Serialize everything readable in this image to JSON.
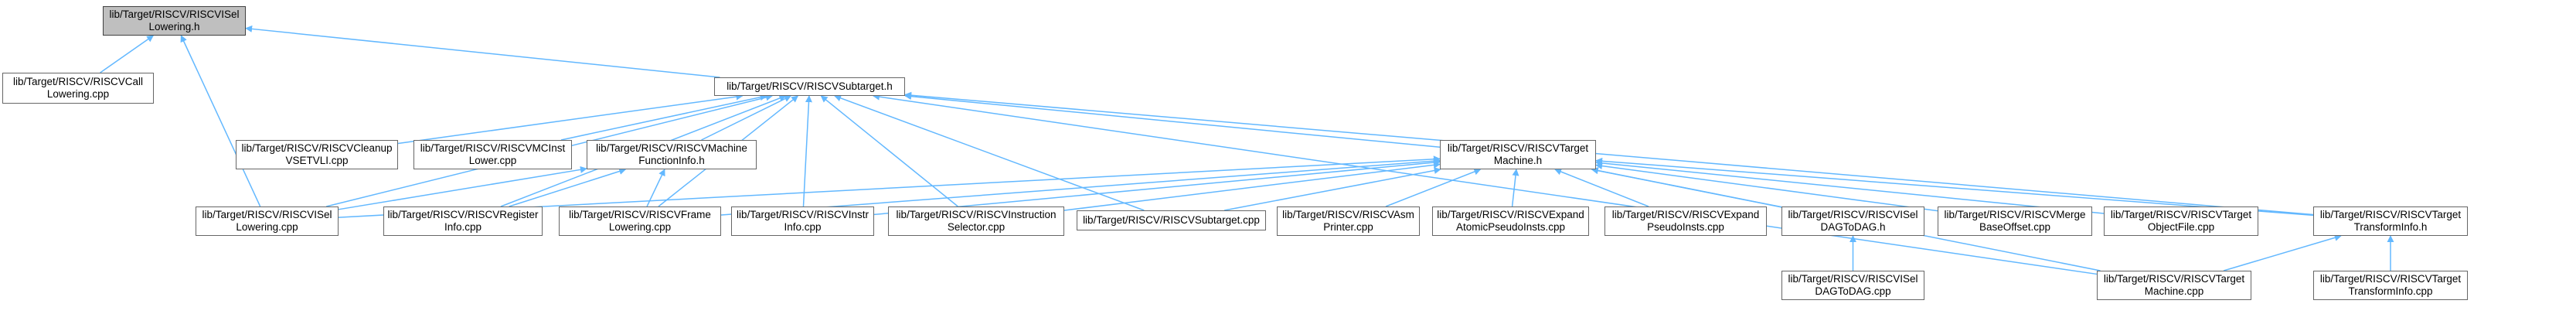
{
  "colors": {
    "edge": "#63b8ff",
    "node_border": "#666666",
    "node_fill": "#ffffff",
    "root_fill": "#bfbfbf"
  },
  "nodes": {
    "riscv_isel_lowering_h": "lib/Target/RISCV/RISCVISel\nLowering.h",
    "riscv_call_lowering_cpp": "lib/Target/RISCV/RISCVCall\nLowering.cpp",
    "riscv_subtarget_h": "lib/Target/RISCV/RISCVSubtarget.h",
    "riscv_cleanup_vsetvli_cpp": "lib/Target/RISCV/RISCVCleanup\nVSETVLI.cpp",
    "riscv_mc_inst_lower_cpp": "lib/Target/RISCV/RISCVMCInst\nLower.cpp",
    "riscv_machine_function_info_h": "lib/Target/RISCV/RISCVMachine\nFunctionInfo.h",
    "riscv_target_machine_h": "lib/Target/RISCV/RISCVTarget\nMachine.h",
    "riscv_isel_lowering_cpp": "lib/Target/RISCV/RISCVISel\nLowering.cpp",
    "riscv_register_info_cpp": "lib/Target/RISCV/RISCVRegister\nInfo.cpp",
    "riscv_frame_lowering_cpp": "lib/Target/RISCV/RISCVFrame\nLowering.cpp",
    "riscv_instr_info_cpp": "lib/Target/RISCV/RISCVInstr\nInfo.cpp",
    "riscv_instruction_selector_cpp": "lib/Target/RISCV/RISCVInstruction\nSelector.cpp",
    "riscv_subtarget_cpp": "lib/Target/RISCV/RISCVSubtarget.cpp",
    "riscv_asm_printer_cpp": "lib/Target/RISCV/RISCVAsm\nPrinter.cpp",
    "riscv_expand_atomic_pseudo_insts_cpp": "lib/Target/RISCV/RISCVExpand\nAtomicPseudoInsts.cpp",
    "riscv_expand_pseudo_insts_cpp": "lib/Target/RISCV/RISCVExpand\nPseudoInsts.cpp",
    "riscv_isel_dag_to_dag_h": "lib/Target/RISCV/RISCVISel\nDAGToDAG.h",
    "riscv_merge_base_offset_cpp": "lib/Target/RISCV/RISCVMerge\nBaseOffset.cpp",
    "riscv_target_object_file_cpp": "lib/Target/RISCV/RISCVTarget\nObjectFile.cpp",
    "riscv_target_transform_info_h": "lib/Target/RISCV/RISCVTarget\nTransformInfo.h",
    "riscv_target_machine_cpp": "lib/Target/RISCV/RISCVTarget\nMachine.cpp",
    "riscv_isel_dag_to_dag_cpp": "lib/Target/RISCV/RISCVISel\nDAGToDAG.cpp",
    "riscv_target_transform_info_cpp": "lib/Target/RISCV/RISCVTarget\nTransformInfo.cpp"
  },
  "edges": [
    [
      "riscv_call_lowering_cpp",
      "riscv_isel_lowering_h"
    ],
    [
      "riscv_subtarget_h",
      "riscv_isel_lowering_h"
    ],
    [
      "riscv_isel_lowering_cpp",
      "riscv_isel_lowering_h"
    ],
    [
      "riscv_cleanup_vsetvli_cpp",
      "riscv_subtarget_h"
    ],
    [
      "riscv_mc_inst_lower_cpp",
      "riscv_subtarget_h"
    ],
    [
      "riscv_machine_function_info_h",
      "riscv_subtarget_h"
    ],
    [
      "riscv_target_machine_h",
      "riscv_subtarget_h"
    ],
    [
      "riscv_isel_lowering_cpp",
      "riscv_subtarget_h"
    ],
    [
      "riscv_register_info_cpp",
      "riscv_subtarget_h"
    ],
    [
      "riscv_frame_lowering_cpp",
      "riscv_subtarget_h"
    ],
    [
      "riscv_instr_info_cpp",
      "riscv_subtarget_h"
    ],
    [
      "riscv_instruction_selector_cpp",
      "riscv_subtarget_h"
    ],
    [
      "riscv_subtarget_cpp",
      "riscv_subtarget_h"
    ],
    [
      "riscv_target_machine_cpp",
      "riscv_subtarget_h"
    ],
    [
      "riscv_target_transform_info_h",
      "riscv_subtarget_h"
    ],
    [
      "riscv_isel_lowering_cpp",
      "riscv_machine_function_info_h"
    ],
    [
      "riscv_register_info_cpp",
      "riscv_machine_function_info_h"
    ],
    [
      "riscv_frame_lowering_cpp",
      "riscv_machine_function_info_h"
    ],
    [
      "riscv_isel_lowering_cpp",
      "riscv_target_machine_h"
    ],
    [
      "riscv_frame_lowering_cpp",
      "riscv_target_machine_h"
    ],
    [
      "riscv_instr_info_cpp",
      "riscv_target_machine_h"
    ],
    [
      "riscv_instruction_selector_cpp",
      "riscv_target_machine_h"
    ],
    [
      "riscv_subtarget_cpp",
      "riscv_target_machine_h"
    ],
    [
      "riscv_asm_printer_cpp",
      "riscv_target_machine_h"
    ],
    [
      "riscv_expand_atomic_pseudo_insts_cpp",
      "riscv_target_machine_h"
    ],
    [
      "riscv_expand_pseudo_insts_cpp",
      "riscv_target_machine_h"
    ],
    [
      "riscv_isel_dag_to_dag_h",
      "riscv_target_machine_h"
    ],
    [
      "riscv_merge_base_offset_cpp",
      "riscv_target_machine_h"
    ],
    [
      "riscv_target_object_file_cpp",
      "riscv_target_machine_h"
    ],
    [
      "riscv_target_transform_info_h",
      "riscv_target_machine_h"
    ],
    [
      "riscv_target_machine_cpp",
      "riscv_target_machine_h"
    ],
    [
      "riscv_isel_dag_to_dag_cpp",
      "riscv_isel_dag_to_dag_h"
    ],
    [
      "riscv_target_machine_cpp",
      "riscv_target_transform_info_h"
    ],
    [
      "riscv_target_transform_info_cpp",
      "riscv_target_transform_info_h"
    ]
  ]
}
